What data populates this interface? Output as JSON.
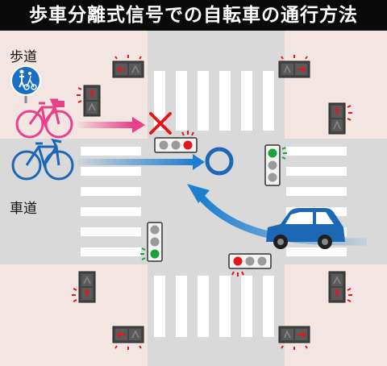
{
  "title": "歩車分離式信号での自転車の通行方法",
  "labels": {
    "sidewalk": "歩道",
    "roadway": "車道"
  },
  "icons": {
    "prohibited": "red-x-icon",
    "permitted": "blue-circle-icon",
    "sign": "pedestrian-bicycle-sign-icon"
  },
  "colors": {
    "sidewalk": "#f3e6e2",
    "road": "#d9d9d9",
    "crosswalk": "#ffffff",
    "pink_arrow": "#e8408a",
    "blue_arrow": "#1d7fd1",
    "red_light": "#e4161b",
    "green_light": "#1aa33a",
    "sign_blue": "#1b6fc2",
    "car": "#1d68b5"
  }
}
